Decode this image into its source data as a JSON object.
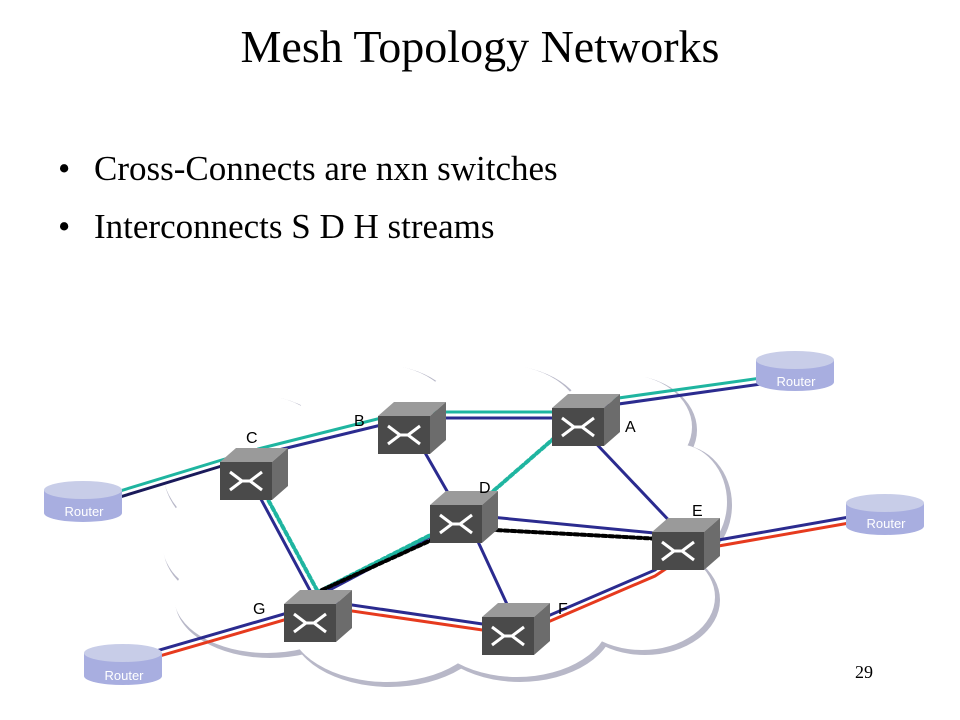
{
  "slide": {
    "title": "Mesh Topology Networks",
    "bullets": [
      "Cross-Connects are nxn switches",
      "Interconnects  S D H streams"
    ],
    "page_number": "29"
  },
  "diagram": {
    "node_labels": {
      "A": "A",
      "B": "B",
      "C": "C",
      "D": "D",
      "E": "E",
      "F": "F",
      "G": "G"
    },
    "router_label": "Router",
    "colors": {
      "cloud_fill": "#ffffff",
      "cloud_edge": "#b8b8c8",
      "link": "#2b2b8f",
      "link_dark": "#1a1a5a",
      "teal": "#1fb5a0",
      "red": "#e63a1e",
      "router_top": "#c8cde8",
      "router_body": "#a8aee0",
      "switch_top": "#9a9a9a",
      "switch_front": "#4a4a4a",
      "switch_side": "#6c6c6c"
    }
  }
}
